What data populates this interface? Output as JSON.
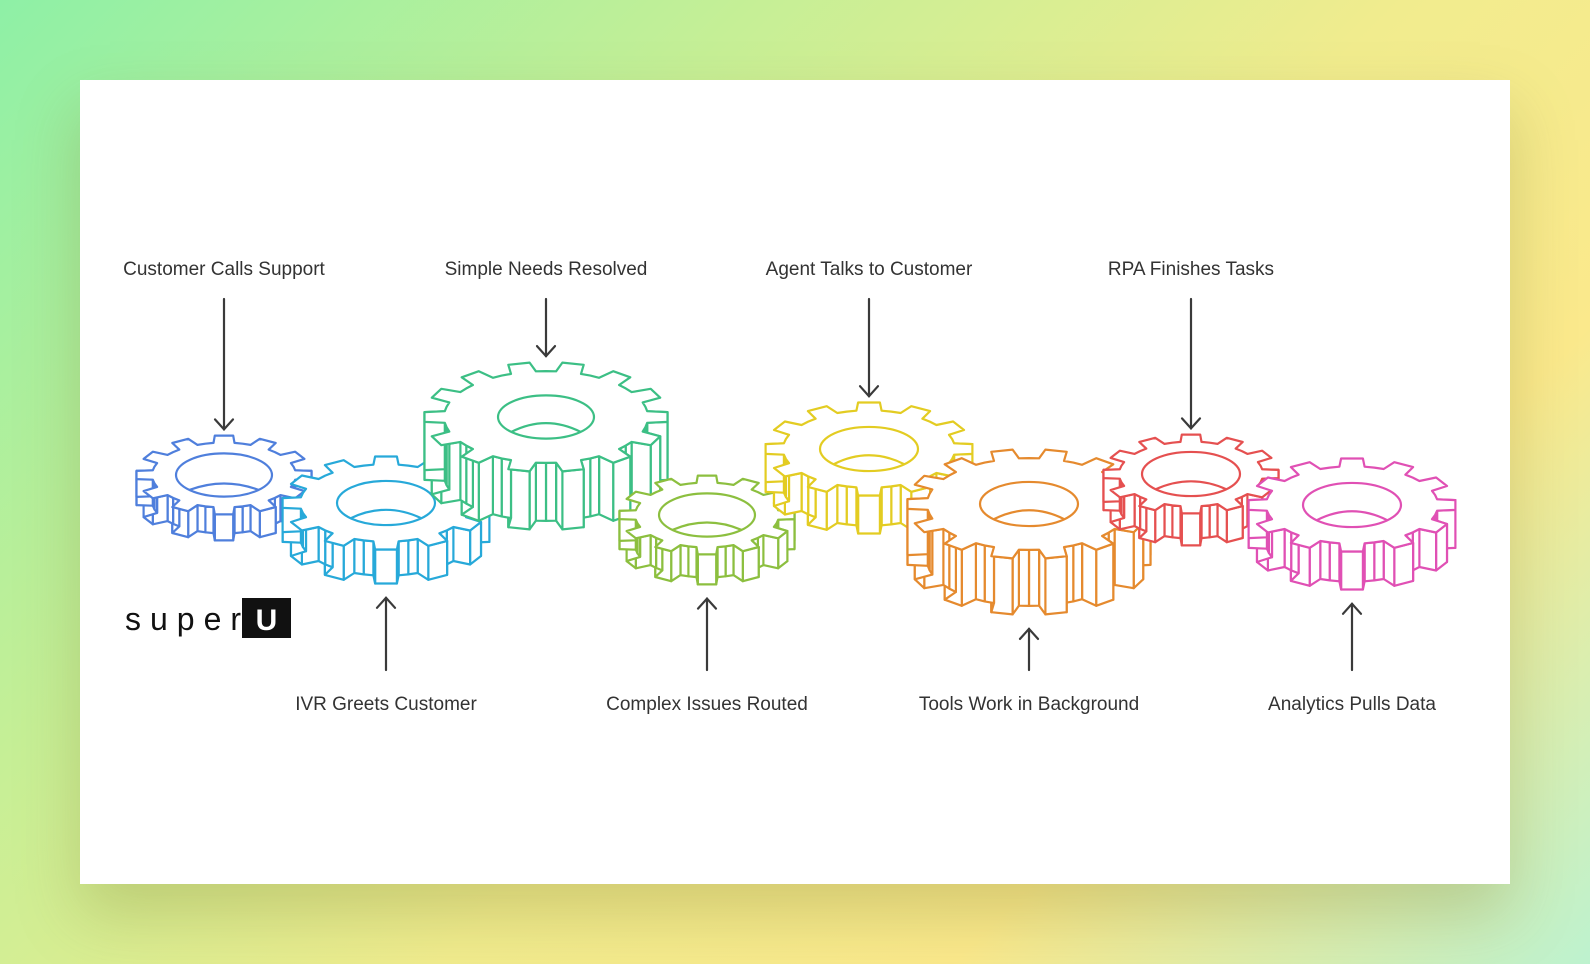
{
  "steps": [
    {
      "label": "Customer Calls Support",
      "color": "#4f7fdc"
    },
    {
      "label": "IVR Greets Customer",
      "color": "#27a9d9"
    },
    {
      "label": "Simple Needs Resolved",
      "color": "#3cbf85"
    },
    {
      "label": "Complex Issues Routed",
      "color": "#8cbf3f"
    },
    {
      "label": "Agent Talks to Customer",
      "color": "#e3cc22"
    },
    {
      "label": "Tools Work in Background",
      "color": "#e58a2e"
    },
    {
      "label": "RPA Finishes Tasks",
      "color": "#e55050"
    },
    {
      "label": "Analytics Pulls Data",
      "color": "#e050b4"
    }
  ],
  "logo": {
    "text": "super",
    "box_letter": "U"
  }
}
